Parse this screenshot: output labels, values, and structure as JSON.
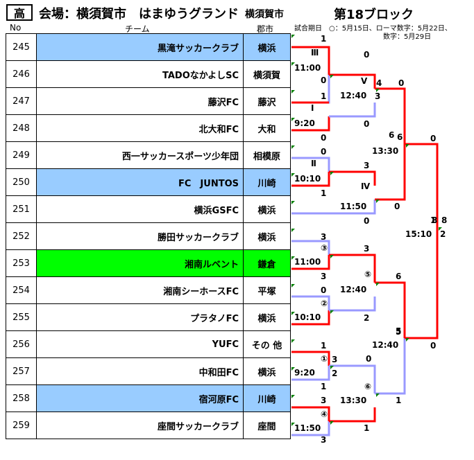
{
  "header": {
    "grade": "高",
    "venue": "会場：横須賀市　はまゆうグランド",
    "city": "横須賀市",
    "block": "第18ブロック",
    "col_no": "No",
    "col_team": "チーム",
    "col_city": "郡市",
    "note_line1": "試合期日　○：5月15日、ローマ数字：5月22日、",
    "note_line2": "数字：5月29日"
  },
  "teams": [
    {
      "no": "245",
      "name": "黒滝サッカークラブ",
      "city": "横浜",
      "bg": "#99ccff"
    },
    {
      "no": "246",
      "name": "TADOなかよしSC",
      "city": "横須賀",
      "bg": ""
    },
    {
      "no": "247",
      "name": "藤沢FC",
      "city": "藤沢",
      "bg": ""
    },
    {
      "no": "248",
      "name": "北大和FC",
      "city": "大和",
      "bg": ""
    },
    {
      "no": "249",
      "name": "西一サッカースポーツ少年団",
      "city": "相模原",
      "bg": ""
    },
    {
      "no": "250",
      "name": "FC　JUNTOS",
      "city": "川崎",
      "bg": "#99ccff"
    },
    {
      "no": "251",
      "name": "横浜GSFC",
      "city": "横浜",
      "bg": ""
    },
    {
      "no": "252",
      "name": "勝田サッカークラブ",
      "city": "横浜",
      "bg": ""
    },
    {
      "no": "253",
      "name": "湘南ルベント",
      "city": "鎌倉",
      "bg": "#00ff00"
    },
    {
      "no": "254",
      "name": "湘南シーホースFC",
      "city": "平塚",
      "bg": ""
    },
    {
      "no": "255",
      "name": "プラタノFC",
      "city": "横浜",
      "bg": ""
    },
    {
      "no": "256",
      "name": "YUFC",
      "city": "その 他",
      "bg": ""
    },
    {
      "no": "257",
      "name": "中和田FC",
      "city": "横浜",
      "bg": ""
    },
    {
      "no": "258",
      "name": "宿河原FC",
      "city": "川崎",
      "bg": "#99ccff"
    },
    {
      "no": "259",
      "name": "座間サッカークラブ",
      "city": "座間",
      "bg": ""
    }
  ],
  "bracket": {
    "colors": {
      "win": "#ff0000",
      "lose": "#9999ff"
    },
    "matches": [
      {
        "id": "Ⅲ",
        "time": "11:00"
      },
      {
        "id": "Ⅰ",
        "time": "9:20"
      },
      {
        "id": "Ⅱ",
        "time": "10:10"
      },
      {
        "id": "Ⅳ",
        "time": "11:50"
      },
      {
        "id": "Ⅴ",
        "time": "12:40"
      },
      {
        "id": "6",
        "time": "13:30"
      },
      {
        "id": "③",
        "time": "11:00"
      },
      {
        "id": "②",
        "time": "10:10"
      },
      {
        "id": "⑤",
        "time": "12:40"
      },
      {
        "id": "①",
        "time": "9:20"
      },
      {
        "id": "④",
        "time": "11:50"
      },
      {
        "id": "⑥",
        "time": "13:30"
      },
      {
        "id": "5",
        "time": "12:40"
      },
      {
        "id": "8",
        "time": "15:10"
      }
    ],
    "scores": [
      "1",
      "0",
      "0",
      "1",
      "0",
      "4",
      "0",
      "3",
      "0",
      "0",
      "3",
      "6",
      "0",
      "1",
      "0",
      "0",
      "1",
      "8",
      "2",
      "3",
      "6",
      "3",
      "0",
      "3",
      "2",
      "5",
      "0",
      "1",
      "3",
      "0",
      "2",
      "1",
      "1",
      "3",
      "3",
      "1"
    ]
  }
}
